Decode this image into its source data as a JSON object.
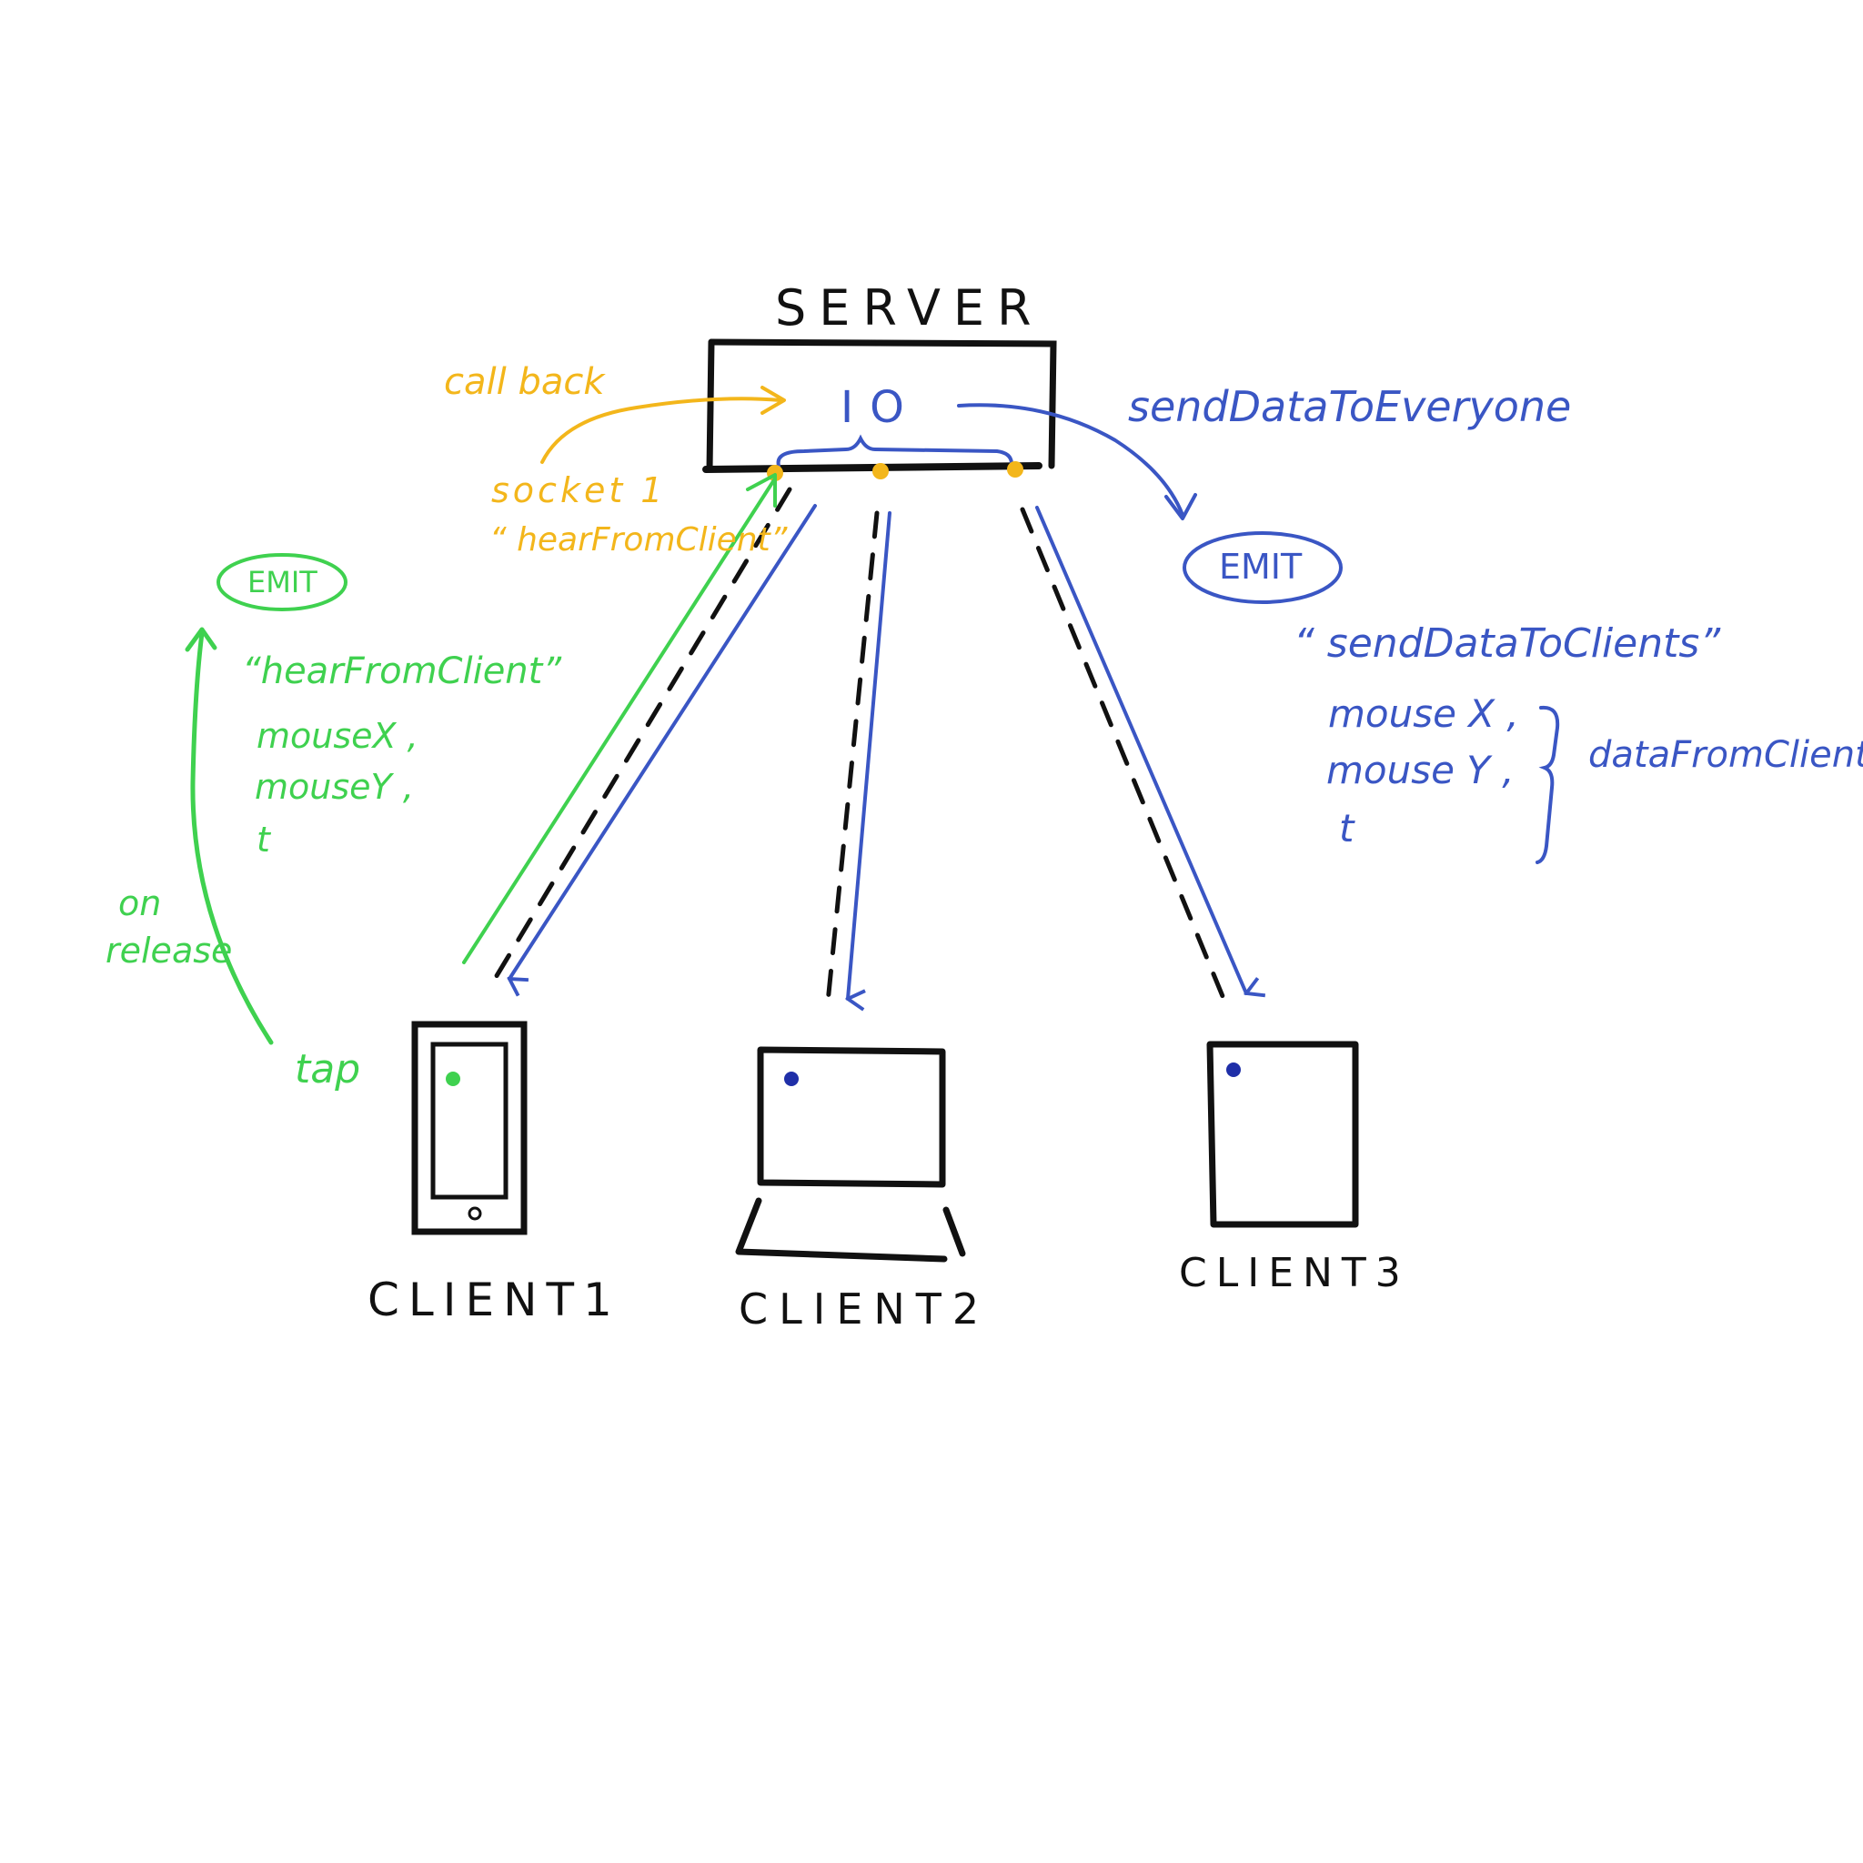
{
  "colors": {
    "black": "#111111",
    "green": "#3fd14f",
    "blue": "#3a56c4",
    "yellow": "#f3b61b"
  },
  "server": {
    "title": "SERVER",
    "io_label": "IO",
    "callback_label": "call back",
    "socket_label": "socket 1",
    "socket_event": "“ hearFromClient”",
    "broadcast_label": "sendDataToEveryone"
  },
  "client_emit": {
    "badge": "EMIT",
    "event": "“hearFromClient”",
    "params": [
      "mouseX ,",
      "mouseY ,",
      "t"
    ],
    "trigger": [
      "on",
      "release"
    ],
    "gesture": "tap"
  },
  "server_emit": {
    "badge": "EMIT",
    "event": "“ sendDataToClients”",
    "params": [
      "mouse X ,",
      "mouse Y ,",
      "t"
    ],
    "group_label": "dataFromClient"
  },
  "clients": [
    {
      "name": "CLIENT1",
      "device": "phone-icon"
    },
    {
      "name": "CLIENT2",
      "device": "laptop-icon"
    },
    {
      "name": "CLIENT3",
      "device": "tablet-icon"
    }
  ]
}
